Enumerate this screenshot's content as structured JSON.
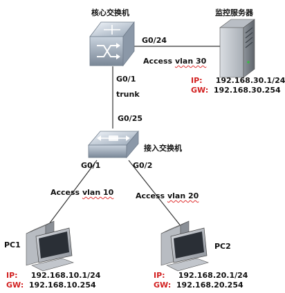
{
  "core_switch": {
    "name": "核心交换机"
  },
  "server": {
    "name": "监控服务器",
    "ip_label": "IP:",
    "ip": "192.168.30.1/24",
    "gw_label": "GW:",
    "gw": "192.168.30.254"
  },
  "access_switch": {
    "name": "接入交换机"
  },
  "links": {
    "core_server_port": "G0/24",
    "core_server_mode": "Access",
    "core_server_vlan": "vlan 30",
    "core_down_port": "G0/1",
    "trunk": "trunk",
    "access_up_port": "G0/25",
    "access_pc1_port": "G0/1",
    "access_pc2_port": "G0/2",
    "pc1_mode": "Access",
    "pc1_vlan": "vlan 10",
    "pc2_mode": "Access",
    "pc2_vlan": "vlan 20"
  },
  "pc1": {
    "name": "PC1",
    "ip_label": "IP:",
    "ip": "192.168.10.1/24",
    "gw_label": "GW:",
    "gw": "192.168.10.254"
  },
  "pc2": {
    "name": "PC2",
    "ip_label": "IP:",
    "ip": "192.168.20.1/24",
    "gw_label": "GW:",
    "gw": "192.168.20.254"
  }
}
